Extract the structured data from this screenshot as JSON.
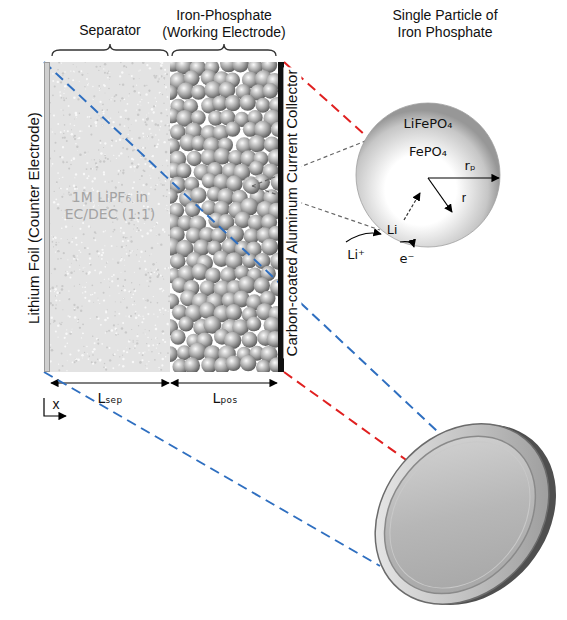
{
  "diagram": {
    "nodes": [
      {
        "text": [
          "Lithium Foil (Counter Electrode)"
        ]
      },
      {
        "text": [
          "Separator",
          "1M LiPF₆ in EC/DEC (1:1)"
        ]
      },
      {
        "text": [
          "Iron-Phosphate (Working Electrode)"
        ]
      },
      {
        "text": [
          "Carbon-coated Aluminum Current Collector"
        ]
      },
      {
        "text": [
          "Single Particle of Iron Phosphate",
          "LiFePO₄",
          "FePO₄"
        ]
      }
    ],
    "labels": [
      "Lₛₑₚ",
      "Lₚₒₛ",
      "x",
      "rₚ",
      "r",
      "Li",
      "Li⁺",
      "e⁻"
    ]
  }
}
